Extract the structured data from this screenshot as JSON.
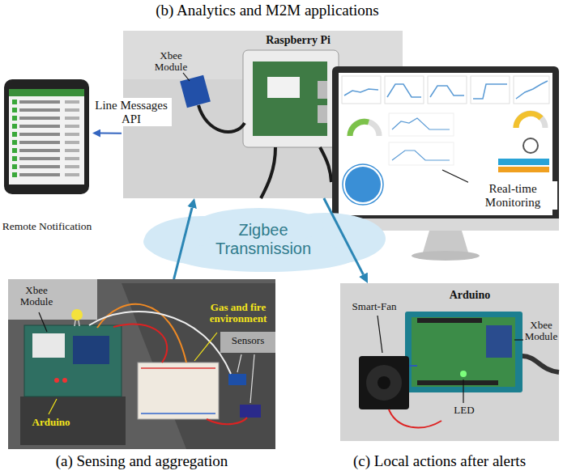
{
  "diagram": {
    "nodes": [
      {
        "text": [
          "(b) Analytics and M2M applications"
        ]
      },
      {
        "text": [
          "Remote Notification"
        ]
      },
      {
        "text": [
          "Zigbee Transmission"
        ]
      },
      {
        "text": [
          "(a) Sensing and aggregation"
        ]
      },
      {
        "text": [
          "(c) Local actions after alerts"
        ]
      }
    ],
    "edges": [
      {
        "from": 0,
        "to": 1,
        "label": "Line Messages API",
        "arrow": "to"
      },
      {
        "from": 3,
        "to": 0,
        "arrow": "to"
      },
      {
        "from": 0,
        "to": 4,
        "arrow": "to"
      }
    ],
    "labels": [
      "Xbee Module",
      "Raspberry Pi",
      "Real-time Monitoring",
      "Xbee Module",
      "Gas and fire environment",
      "Sensors",
      "Arduino",
      "Smart-Fan",
      "Arduino",
      "Xbee Module",
      "LED"
    ]
  }
}
